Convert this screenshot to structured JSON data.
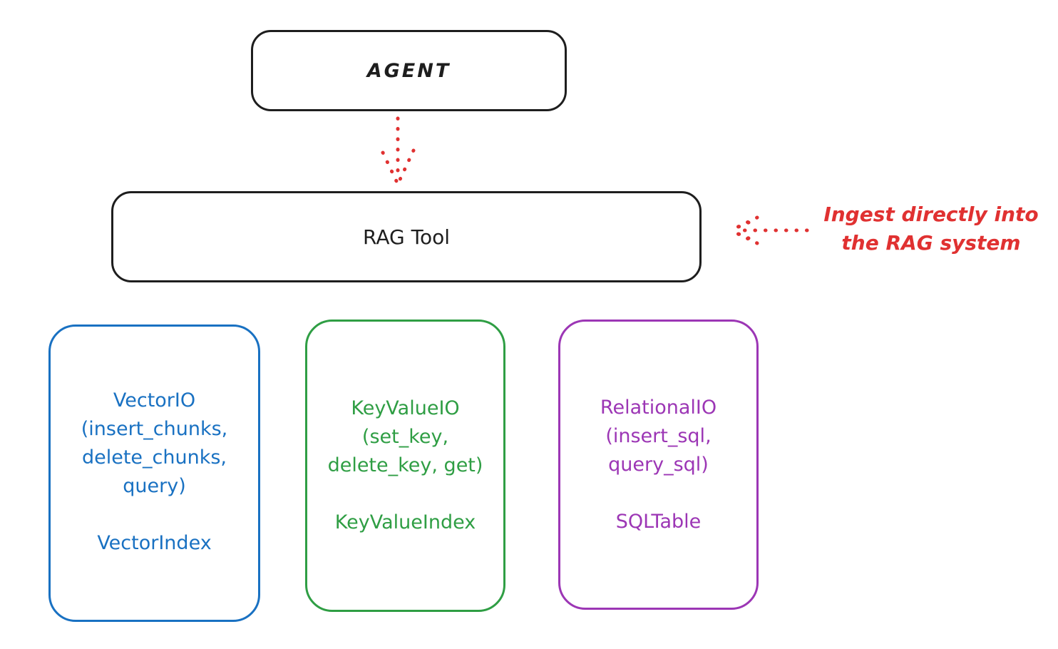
{
  "diagram": {
    "agent_box": {
      "label": "AGENT"
    },
    "rag_tool_box": {
      "label": "RAG Tool"
    },
    "annotation": {
      "line1": "Ingest directly into",
      "line2": "the RAG system"
    },
    "io_boxes": [
      {
        "name": "vector-io",
        "color": "#1971c2",
        "lines": [
          "VectorIO",
          "(insert_chunks,",
          "delete_chunks,",
          "query)"
        ],
        "index_label": "VectorIndex"
      },
      {
        "name": "key-value-io",
        "color": "#2f9e44",
        "lines": [
          "KeyValueIO",
          "(set_key,",
          "delete_key, get)"
        ],
        "index_label": "KeyValueIndex"
      },
      {
        "name": "relational-io",
        "color": "#9c36b5",
        "lines": [
          "RelationalIO",
          "(insert_sql,",
          "query_sql)"
        ],
        "index_label": "SQLTable"
      }
    ],
    "colors": {
      "stroke_black": "#1e1e1e",
      "red": "#e03131",
      "blue": "#1971c2",
      "green": "#2f9e44",
      "purple": "#9c36b5",
      "background": "#ffffff"
    }
  }
}
